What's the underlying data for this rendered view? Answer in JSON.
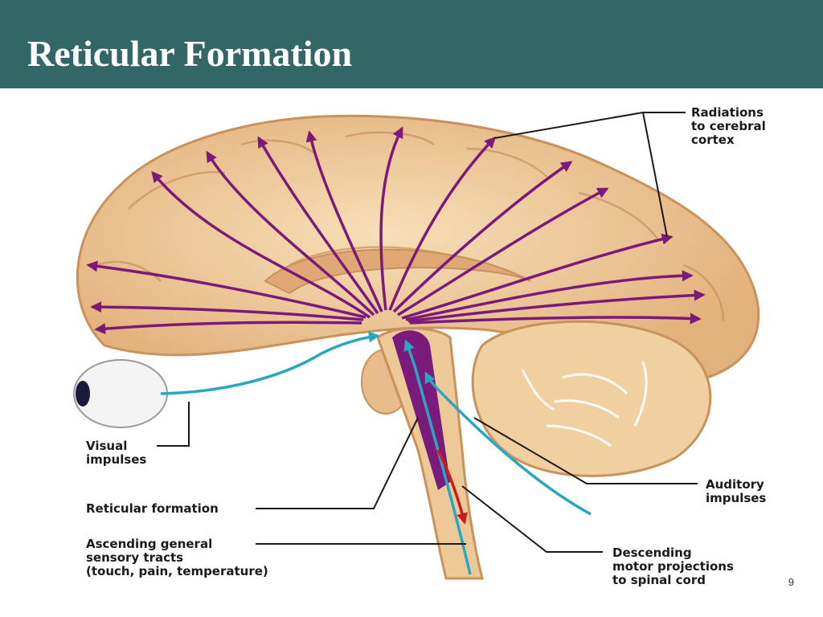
{
  "title": "Reticular Formation",
  "labels": {
    "radiations": "Radiations\nto cerebral\ncortex",
    "visual": "Visual\nimpulses",
    "reticular": "Reticular formation",
    "ascending": "Ascending general\nsensory tracts\n(touch, pain, temperature)",
    "auditory": "Auditory\nimpulses",
    "descending": "Descending\nmotor projections\nto spinal cord"
  },
  "slide_number": "9",
  "colors": {
    "title_bar": "#336666",
    "brain": "#eec998",
    "radiation_arrows": "#7a1a7a",
    "sensory_arrows": "#2aa7c0",
    "motor_arrow": "#d01818"
  }
}
